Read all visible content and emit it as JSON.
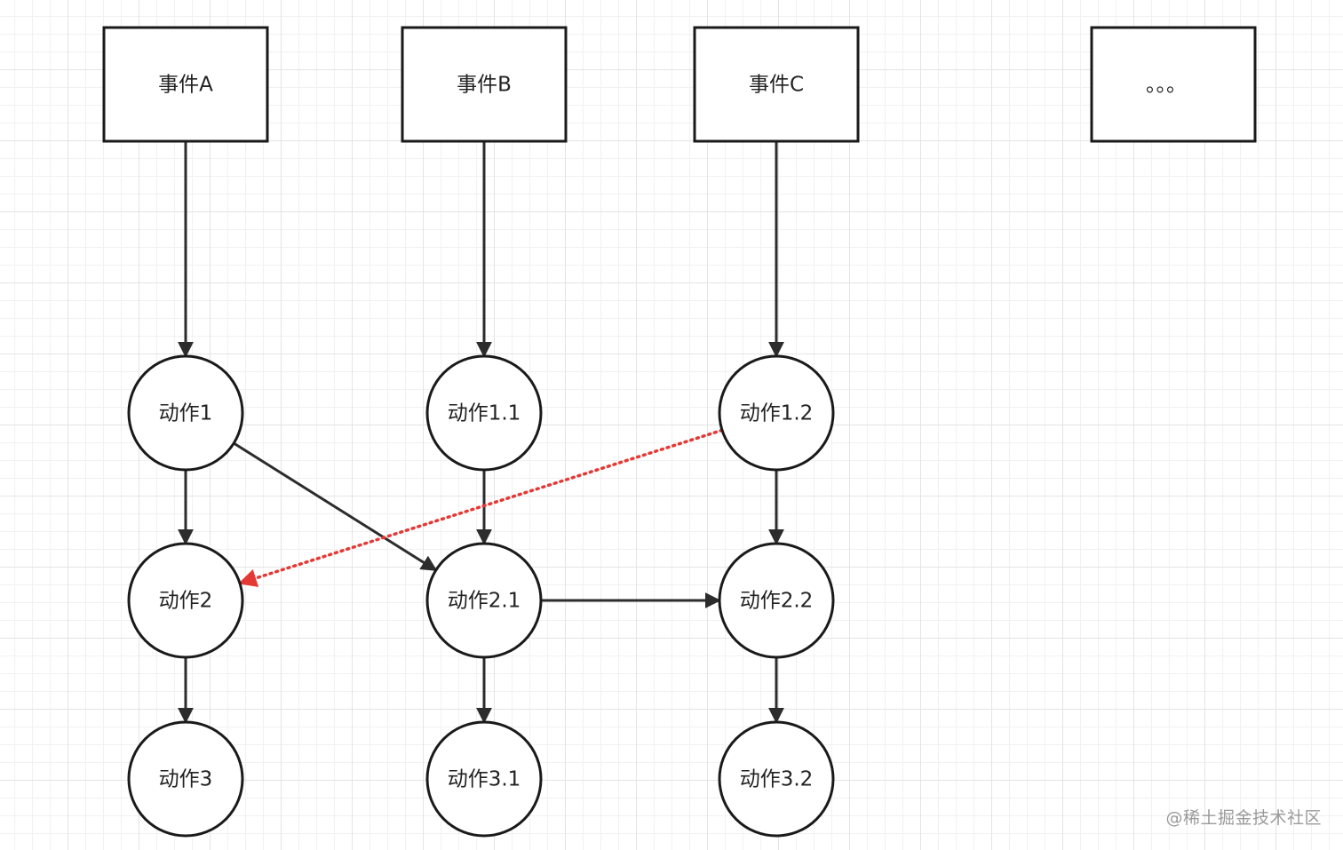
{
  "events": [
    {
      "id": "event-a",
      "label": "事件A"
    },
    {
      "id": "event-b",
      "label": "事件B"
    },
    {
      "id": "event-c",
      "label": "事件C"
    },
    {
      "id": "event-more",
      "label": "。。。"
    }
  ],
  "actions": [
    {
      "id": "action-1",
      "label": "动作1"
    },
    {
      "id": "action-2",
      "label": "动作2"
    },
    {
      "id": "action-3",
      "label": "动作3"
    },
    {
      "id": "action-1-1",
      "label": "动作1.1"
    },
    {
      "id": "action-2-1",
      "label": "动作2.1"
    },
    {
      "id": "action-3-1",
      "label": "动作3.1"
    },
    {
      "id": "action-1-2",
      "label": "动作1.2"
    },
    {
      "id": "action-2-2",
      "label": "动作2.2"
    },
    {
      "id": "action-3-2",
      "label": "动作3.2"
    }
  ],
  "edges": [
    {
      "from": "event-a",
      "to": "action-1",
      "style": "solid"
    },
    {
      "from": "event-b",
      "to": "action-1-1",
      "style": "solid"
    },
    {
      "from": "event-c",
      "to": "action-1-2",
      "style": "solid"
    },
    {
      "from": "action-1",
      "to": "action-2",
      "style": "solid"
    },
    {
      "from": "action-2",
      "to": "action-3",
      "style": "solid"
    },
    {
      "from": "action-1",
      "to": "action-2-1",
      "style": "solid"
    },
    {
      "from": "action-1-1",
      "to": "action-2-1",
      "style": "solid"
    },
    {
      "from": "action-2-1",
      "to": "action-3-1",
      "style": "solid"
    },
    {
      "from": "action-2-1",
      "to": "action-2-2",
      "style": "solid"
    },
    {
      "from": "action-1-2",
      "to": "action-2-2",
      "style": "solid"
    },
    {
      "from": "action-2-2",
      "to": "action-3-2",
      "style": "solid"
    },
    {
      "from": "action-1-2",
      "to": "action-2",
      "style": "dotted"
    }
  ],
  "colors": {
    "stroke": "#1a1a1a",
    "edge": "#2c2c2c",
    "highlight": "#e53935"
  },
  "watermark": "@稀土掘金技术社区"
}
